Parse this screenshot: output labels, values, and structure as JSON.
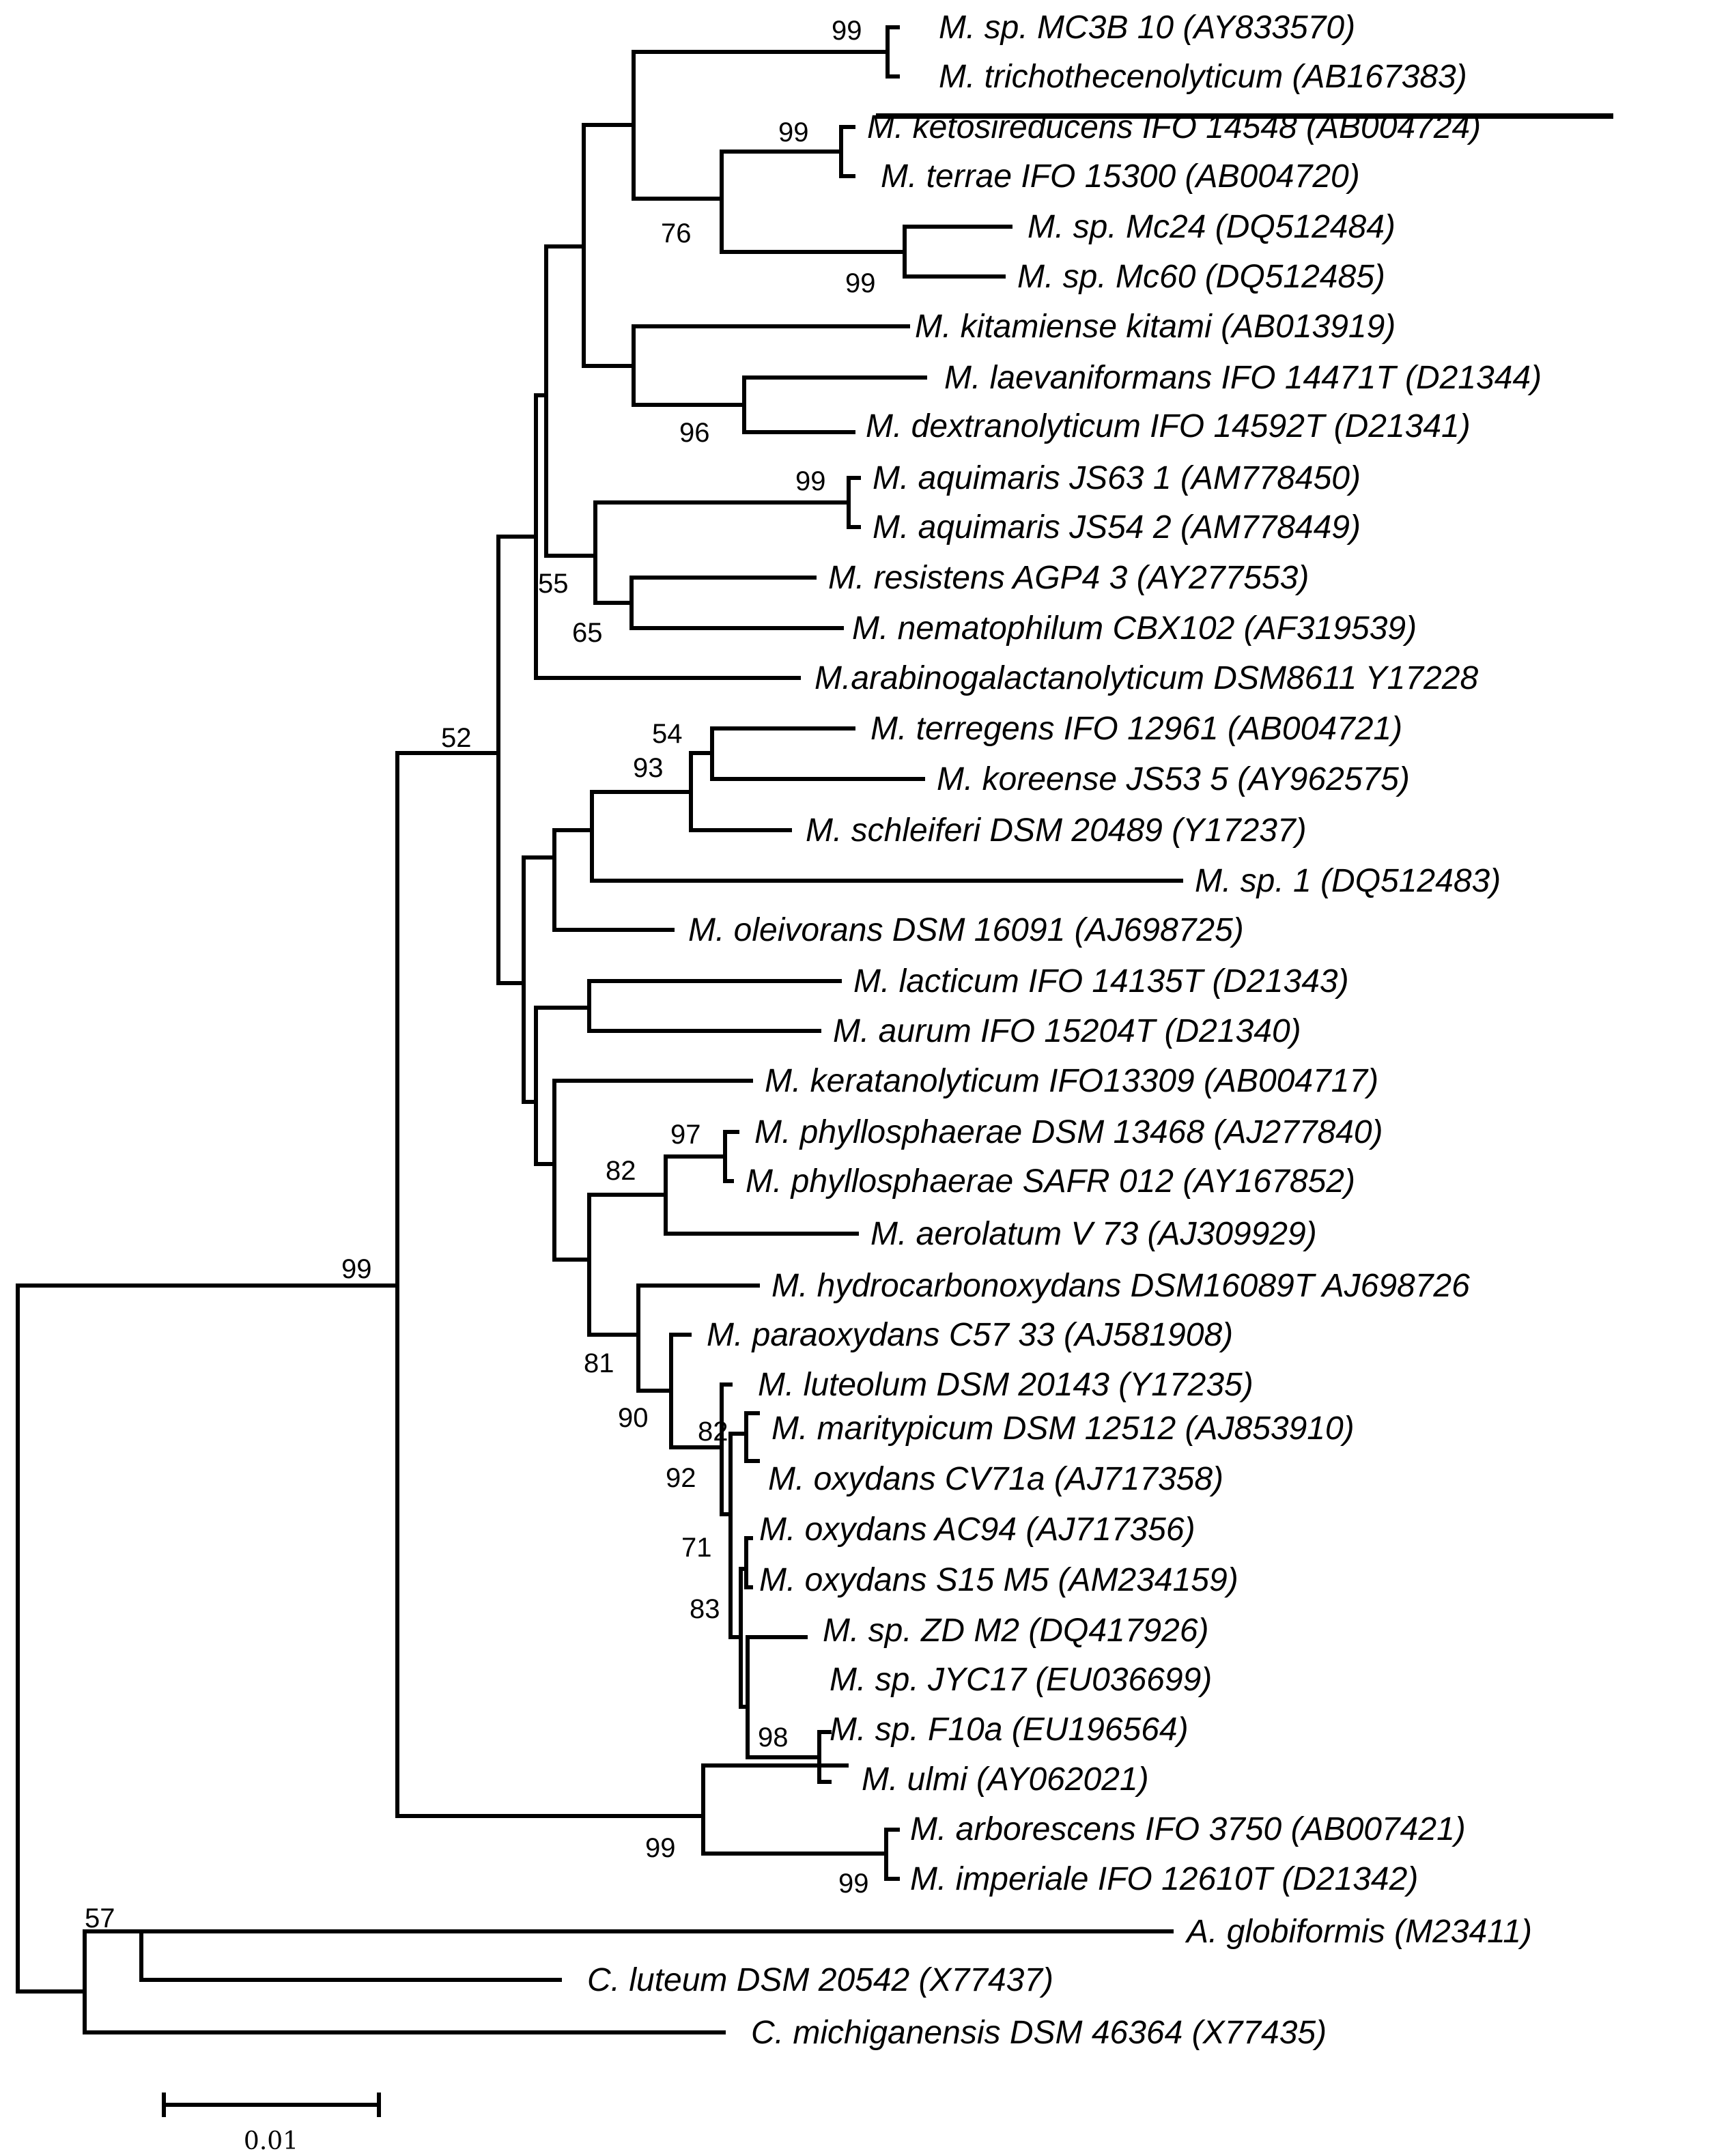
{
  "taxa": [
    "M. sp. MC3B 10 (AY833570)",
    "M. trichothecenolyticum (AB167383)",
    "M. ketosireducens IFO 14548 (AB004724)",
    "M. terrae IFO 15300 (AB004720)",
    "M. sp. Mc24 (DQ512484)",
    "M. sp. Mc60 (DQ512485)",
    "M. kitamiense kitami (AB013919)",
    "M. laevaniformans IFO 14471T (D21344)",
    "M. dextranolyticum IFO 14592T (D21341)",
    "M. aquimaris JS63 1 (AM778450)",
    "M. aquimaris JS54 2 (AM778449)",
    "M. resistens AGP4 3 (AY277553)",
    "M. nematophilum CBX102 (AF319539)",
    "M.arabinogalactanolyticum DSM8611 Y17228",
    "M. terregens IFO 12961 (AB004721)",
    "M. koreense JS53 5 (AY962575)",
    "M. schleiferi DSM 20489 (Y17237)",
    "M. sp. 1 (DQ512483)",
    "M. oleivorans DSM 16091 (AJ698725)",
    "M. lacticum IFO 14135T (D21343)",
    "M. aurum IFO 15204T (D21340)",
    "M. keratanolyticum IFO13309 (AB004717)",
    "M. phyllosphaerae DSM 13468 (AJ277840)",
    "M. phyllosphaerae SAFR 012 (AY167852)",
    "M. aerolatum V 73 (AJ309929)",
    "M. hydrocarbonoxydans DSM16089T AJ698726",
    "M. paraoxydans C57 33 (AJ581908)",
    "M. luteolum DSM 20143 (Y17235)",
    "M. maritypicum DSM 12512 (AJ853910)",
    "M. oxydans CV71a (AJ717358)",
    "M. oxydans AC94 (AJ717356)",
    "M. oxydans S15 M5 (AM234159)",
    "M. sp. ZD M2 (DQ417926)",
    "M. sp. JYC17 (EU036699)",
    "M. sp. F10a (EU196564)",
    "M. ulmi (AY062021)",
    "M. arborescens IFO 3750 (AB007421)",
    "M. imperiale IFO 12610T (D21342)",
    "A. globiformis (M23411)",
    "C. luteum DSM 20542 (X77437)",
    "C. michiganensis DSM 46364 (X77435)"
  ],
  "bootstrap": [
    "99",
    "99",
    "76",
    "99",
    "96",
    "99",
    "55",
    "65",
    "52",
    "54",
    "93",
    "97",
    "82",
    "82",
    "81",
    "90",
    "92",
    "71",
    "83",
    "98",
    "99",
    "99",
    "99",
    "57"
  ],
  "scale_bar": {
    "label": "0.01"
  }
}
